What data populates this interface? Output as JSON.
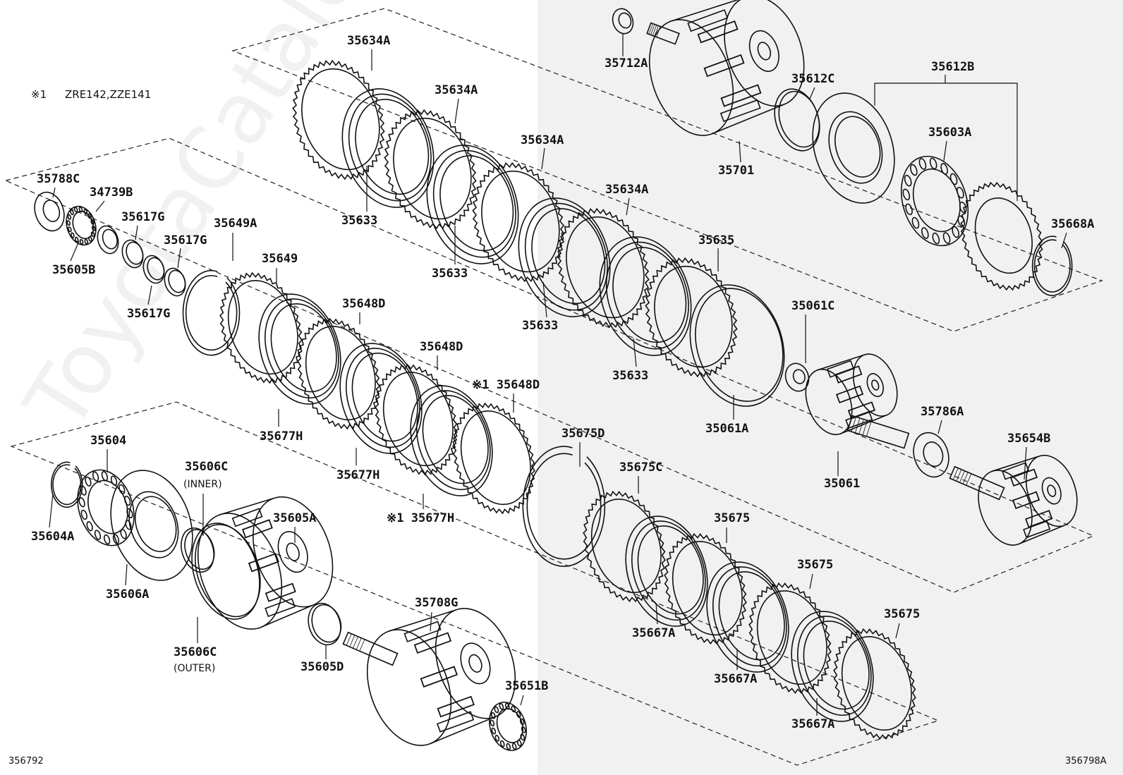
{
  "note": {
    "mark": "※1",
    "text": "ZRE142,ZZE141"
  },
  "codes": {
    "left": "356792",
    "right": "356798A"
  },
  "watermark": "ToyotaCatalogMiniru",
  "labels": [
    {
      "id": "35634A-1",
      "text": "35634A"
    },
    {
      "id": "35634A-2",
      "text": "35634A"
    },
    {
      "id": "35634A-3",
      "text": "35634A"
    },
    {
      "id": "35634A-4",
      "text": "35634A"
    },
    {
      "id": "35633-1",
      "text": "35633"
    },
    {
      "id": "35633-2",
      "text": "35633"
    },
    {
      "id": "35633-3",
      "text": "35633"
    },
    {
      "id": "35633-4",
      "text": "35633"
    },
    {
      "id": "35635",
      "text": "35635"
    },
    {
      "id": "35712A",
      "text": "35712A"
    },
    {
      "id": "35701",
      "text": "35701"
    },
    {
      "id": "35612C",
      "text": "35612C"
    },
    {
      "id": "35612B",
      "text": "35612B"
    },
    {
      "id": "35603A",
      "text": "35603A"
    },
    {
      "id": "35668A",
      "text": "35668A"
    },
    {
      "id": "35061C",
      "text": "35061C"
    },
    {
      "id": "35061A",
      "text": "35061A"
    },
    {
      "id": "35061",
      "text": "35061"
    },
    {
      "id": "35786A",
      "text": "35786A"
    },
    {
      "id": "35654B",
      "text": "35654B"
    },
    {
      "id": "35788C",
      "text": "35788C"
    },
    {
      "id": "34739B",
      "text": "34739B"
    },
    {
      "id": "35605B",
      "text": "35605B"
    },
    {
      "id": "35617G-1",
      "text": "35617G"
    },
    {
      "id": "35617G-2",
      "text": "35617G"
    },
    {
      "id": "35617G-3",
      "text": "35617G"
    },
    {
      "id": "35649A",
      "text": "35649A"
    },
    {
      "id": "35649",
      "text": "35649"
    },
    {
      "id": "35648D-1",
      "text": "35648D"
    },
    {
      "id": "35648D-2",
      "text": "35648D"
    },
    {
      "id": "35648D-3",
      "text": "※1 35648D"
    },
    {
      "id": "35677H-1",
      "text": "35677H"
    },
    {
      "id": "35677H-2",
      "text": "35677H"
    },
    {
      "id": "35677H-3",
      "text": "※1 35677H"
    },
    {
      "id": "35604",
      "text": "35604"
    },
    {
      "id": "35604A",
      "text": "35604A"
    },
    {
      "id": "35606C-in",
      "text": "35606C"
    },
    {
      "id": "35606A",
      "text": "35606A"
    },
    {
      "id": "35605A",
      "text": "35605A"
    },
    {
      "id": "35606C-out",
      "text": "35606C"
    },
    {
      "id": "35605D",
      "text": "35605D"
    },
    {
      "id": "35708G",
      "text": "35708G"
    },
    {
      "id": "35651B",
      "text": "35651B"
    },
    {
      "id": "35675D",
      "text": "35675D"
    },
    {
      "id": "35675C",
      "text": "35675C"
    },
    {
      "id": "35675-1",
      "text": "35675"
    },
    {
      "id": "35675-2",
      "text": "35675"
    },
    {
      "id": "35675-3",
      "text": "35675"
    },
    {
      "id": "35667A-1",
      "text": "35667A"
    },
    {
      "id": "35667A-2",
      "text": "35667A"
    },
    {
      "id": "35667A-3",
      "text": "35667A"
    }
  ],
  "sublabels": {
    "inner": "(INNER)",
    "outer": "(OUTER)"
  }
}
